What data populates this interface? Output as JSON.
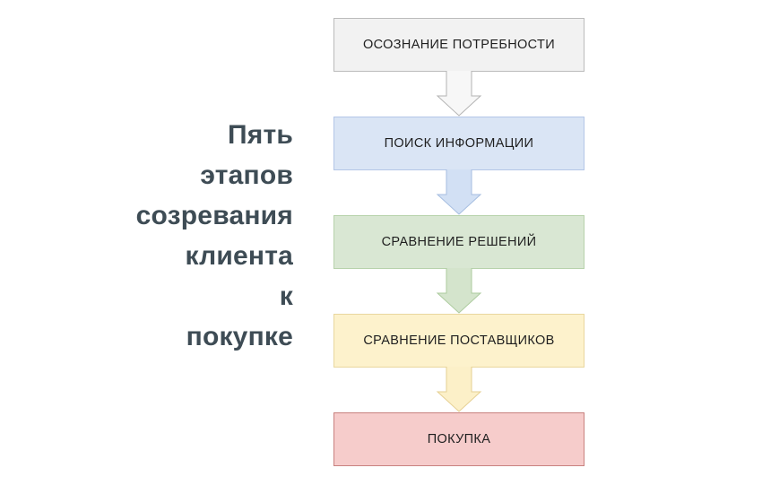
{
  "diagram": {
    "title": {
      "text": "Пять\nэтапов\nсозревания\nклиента\nк\nпокупке",
      "color": "#3e4c55"
    },
    "stages": [
      {
        "label": "ОСОЗНАНИЕ ПОТРЕБНОСТИ",
        "box_fill": "#f2f2f2",
        "box_border": "#bbbbbb",
        "arrow_fill": "#f7f7f7",
        "arrow_border": "#b3b3b3"
      },
      {
        "label": "ПОИСК ИНФОРМАЦИИ",
        "box_fill": "#dae5f5",
        "box_border": "#b3c6e7",
        "arrow_fill": "#d2e0f4",
        "arrow_border": "#a5bde0"
      },
      {
        "label": "СРАВНЕНИЕ РЕШЕНИЙ",
        "box_fill": "#d9e7d3",
        "box_border": "#b7d2ab",
        "arrow_fill": "#d4e4cc",
        "arrow_border": "#accb9e"
      },
      {
        "label": "СРАВНЕНИЕ ПОСТАВЩИКОВ",
        "box_fill": "#fdf2cc",
        "box_border": "#e9d79f",
        "arrow_fill": "#fcf0c8",
        "arrow_border": "#e5cf92"
      },
      {
        "label": "ПОКУПКА",
        "box_fill": "#f6cccb",
        "box_border": "#c8827f",
        "arrow_fill": null,
        "arrow_border": null
      }
    ]
  }
}
